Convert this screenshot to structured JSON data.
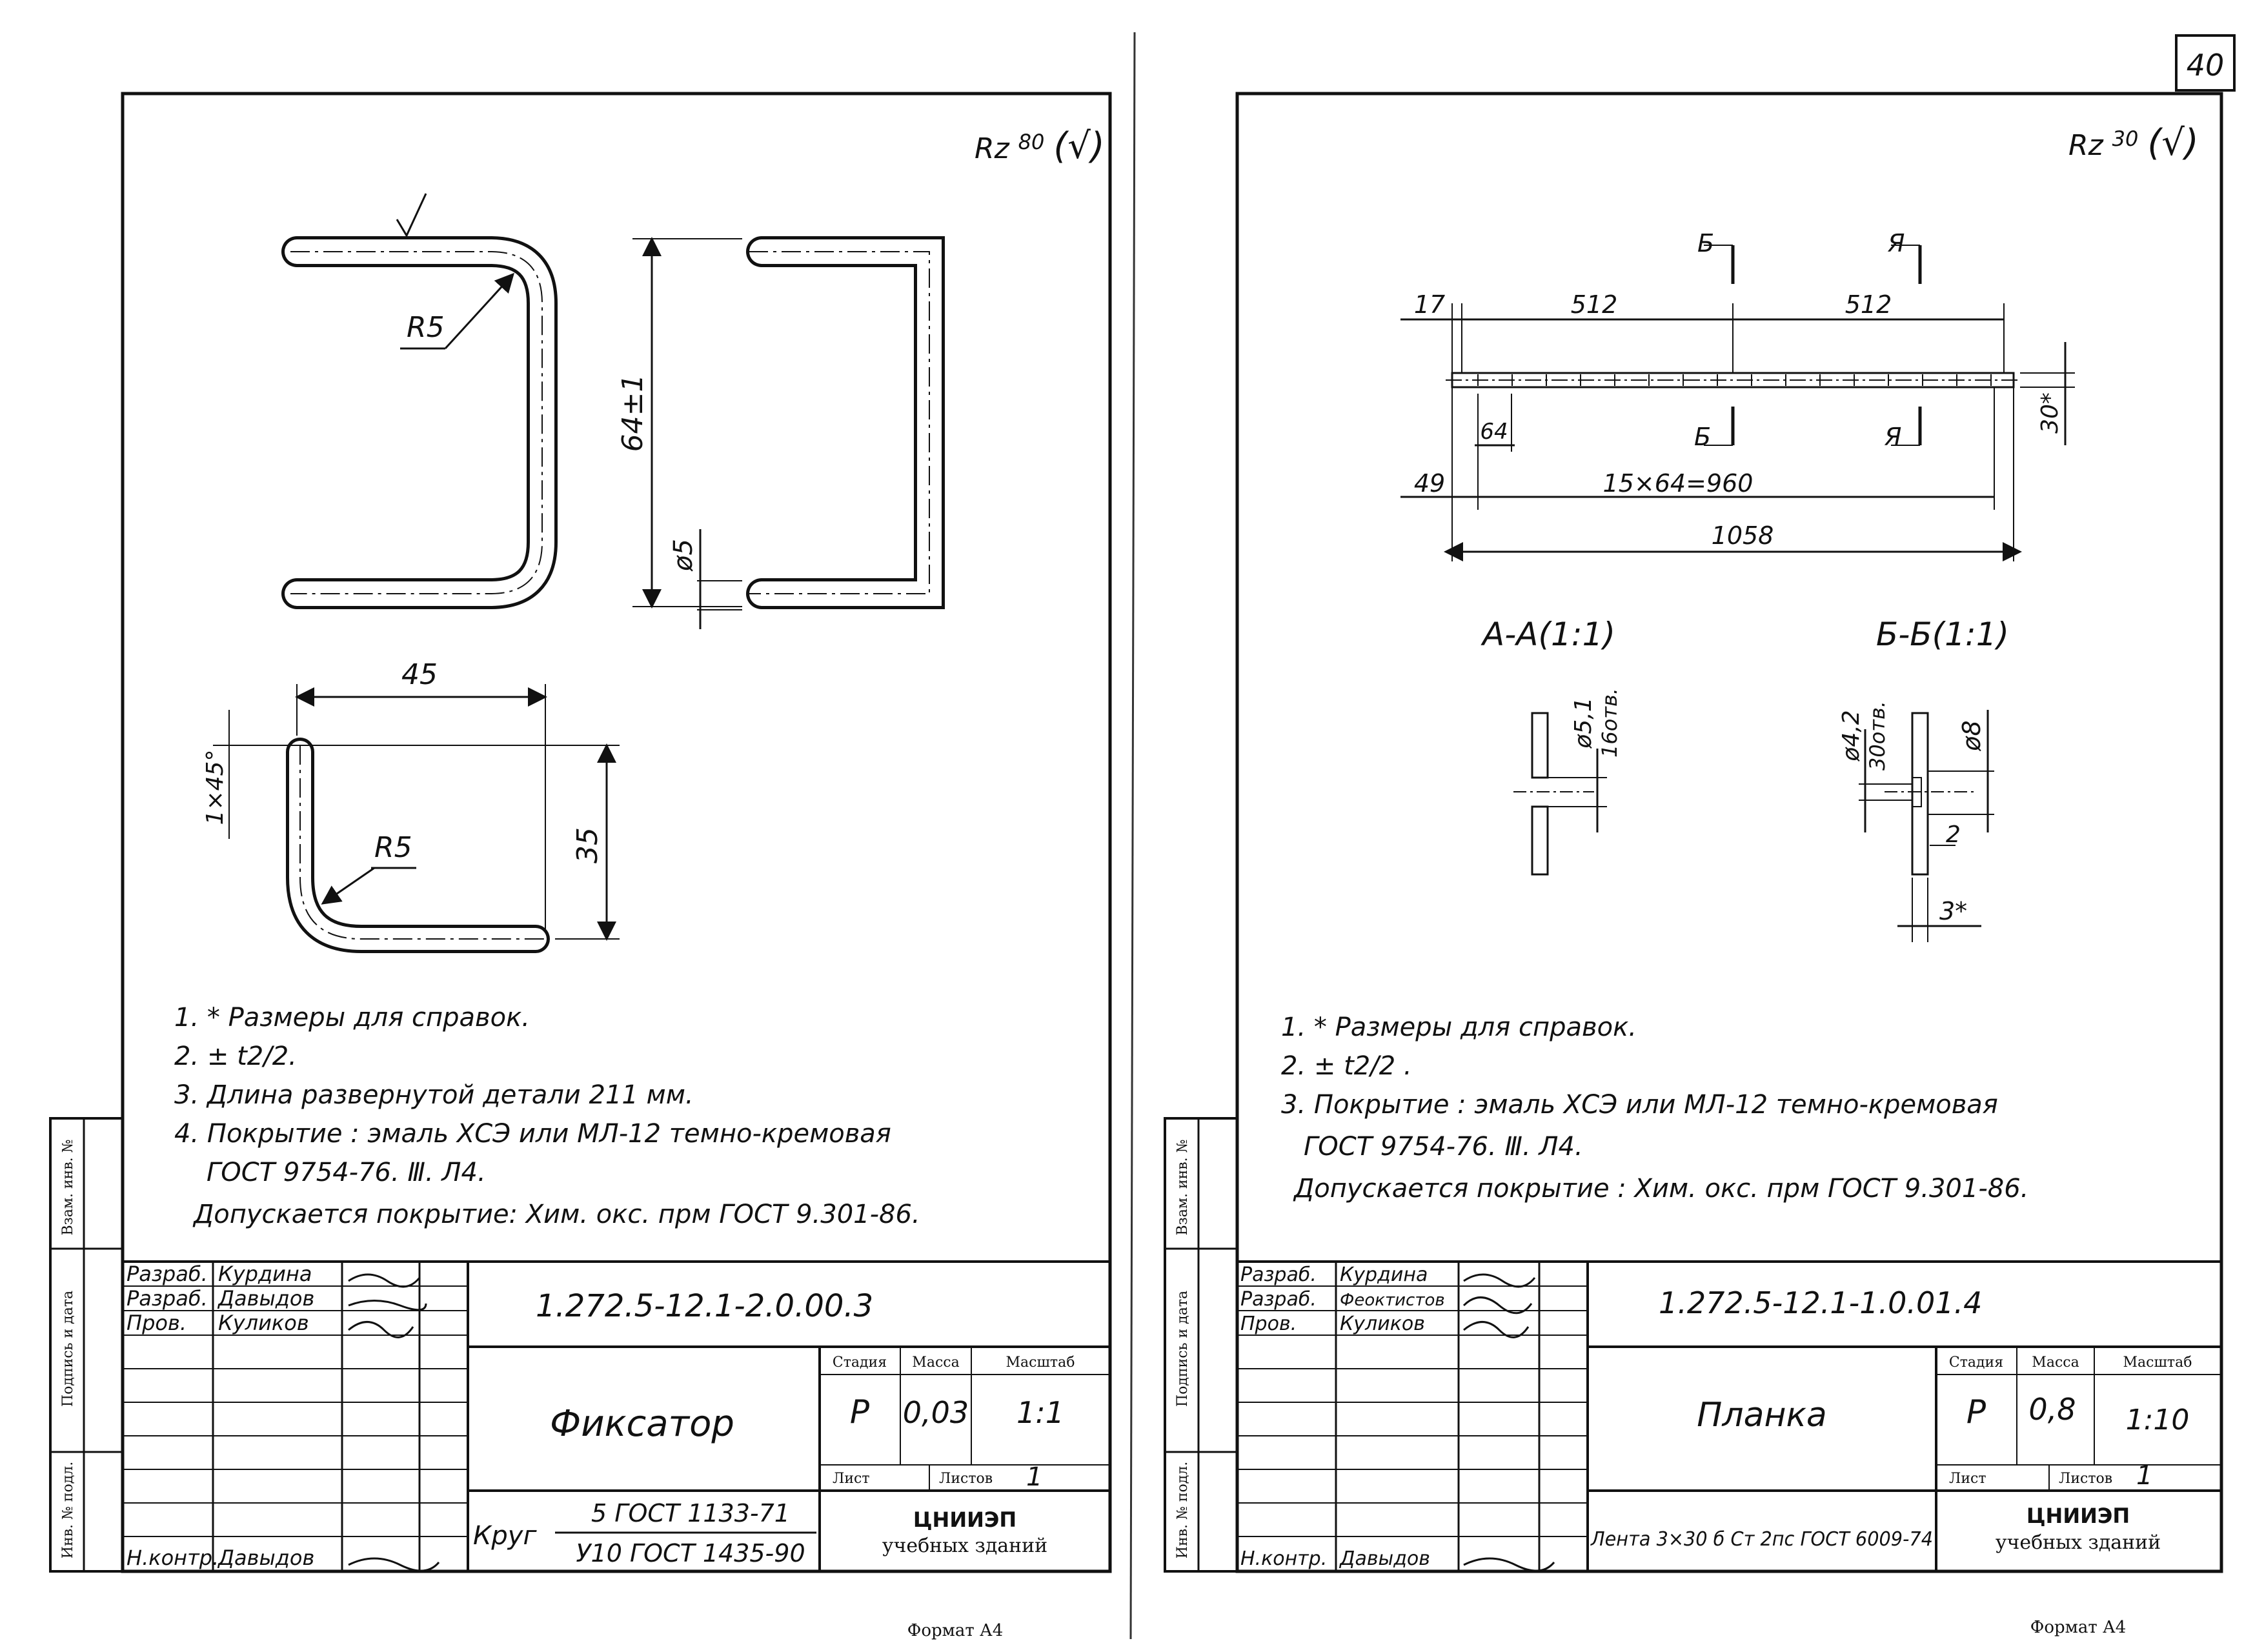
{
  "page_number": "40",
  "left_sheet": {
    "roughness": {
      "prefix": "Rz",
      "value": "80",
      "suffix": "(√)"
    },
    "dims": {
      "bend_radius_top": "R5",
      "height": "64±1",
      "diameter": "ø5",
      "width": "45",
      "chamfer": "1×45°",
      "bend_radius_bottom": "R5",
      "depth": "35"
    },
    "notes": [
      "1. * Размеры для справок.",
      "2. ± t2/2.",
      "3. Длина развернутой детали 211 мм.",
      "4. Покрытие : эмаль ХСЭ или МЛ-12 темно-кремовая",
      "ГОСТ 9754-76. Ⅲ. Л4.",
      "Допускается покрытие: Хим. окс. прм ГОСТ 9.301-86."
    ],
    "title_block": {
      "sidebar": {
        "a": "Взам. инв. №",
        "b": "Подпись и дата",
        "c": "Инв. № подл."
      },
      "roles": [
        {
          "role": "Разраб.",
          "name": "Курдина"
        },
        {
          "role": "Разраб.",
          "name": "Давыдов"
        },
        {
          "role": "Пров.",
          "name": "Куликов"
        }
      ],
      "normcontrol": {
        "role": "Н.контр.",
        "name": "Давыдов"
      },
      "doc_number": "1.272.5-12.1-2.0.00.3",
      "name": "Фиксатор",
      "headers": {
        "stage": "Стадия",
        "mass": "Масса",
        "scale": "Масштаб",
        "sheet": "Лист",
        "sheets": "Листов"
      },
      "stage": "Р",
      "mass": "0,03",
      "scale": "1:1",
      "sheets_count": "1",
      "material_prefix": "Круг",
      "material_top": "5 ГОСТ 1133-71",
      "material_bottom": "У10 ГОСТ 1435-90",
      "org_line1": "ЦНИИЭП",
      "org_line2": "учебных зданий"
    },
    "format": "Формат А4"
  },
  "right_sheet": {
    "roughness": {
      "prefix": "Rz",
      "value": "30",
      "suffix": "(√)"
    },
    "dims": {
      "edge_left": "17",
      "half_left": "512",
      "half_right": "512",
      "pitch": "64",
      "offset_left": "49",
      "holes_chain": "15×64=960",
      "total_length": "1058",
      "width": "30*",
      "section_b_top": "Б",
      "section_a_top": "Я",
      "section_b_bottom": "Б",
      "section_a_bottom": "Я"
    },
    "section_aa": {
      "title": "А-А(1:1)",
      "dim1": "ø5,1",
      "dim2": "16отв."
    },
    "section_bb": {
      "title": "Б-Б(1:1)",
      "dim1": "ø4,2",
      "dim2": "30отв.",
      "dim3": "ø8",
      "dim4": "2",
      "dim5": "3*"
    },
    "notes": [
      "1. * Размеры для справок.",
      "2. ± t2/2 .",
      "3. Покрытие : эмаль ХСЭ или МЛ-12 темно-кремовая",
      "ГОСТ 9754-76. Ⅲ. Л4.",
      "Допускается покрытие : Хим. окс. прм ГОСТ 9.301-86."
    ],
    "title_block": {
      "sidebar": {
        "a": "Взам. инв. №",
        "b": "Подпись и дата",
        "c": "Инв. № подл."
      },
      "roles": [
        {
          "role": "Разраб.",
          "name": "Курдина"
        },
        {
          "role": "Разраб.",
          "name": "Феоктистов"
        },
        {
          "role": "Пров.",
          "name": "Куликов"
        }
      ],
      "normcontrol": {
        "role": "Н.контр.",
        "name": "Давыдов"
      },
      "doc_number": "1.272.5-12.1-1.0.01.4",
      "name": "Планка",
      "headers": {
        "stage": "Стадия",
        "mass": "Масса",
        "scale": "Масштаб",
        "sheet": "Лист",
        "sheets": "Листов"
      },
      "stage": "Р",
      "mass": "0,8",
      "scale": "1:10",
      "sheets_count": "1",
      "material": "Лента 3×30 б Ст 2пс ГОСТ 6009-74",
      "org_line1": "ЦНИИЭП",
      "org_line2": "учебных зданий"
    },
    "format": "Формат А4"
  }
}
